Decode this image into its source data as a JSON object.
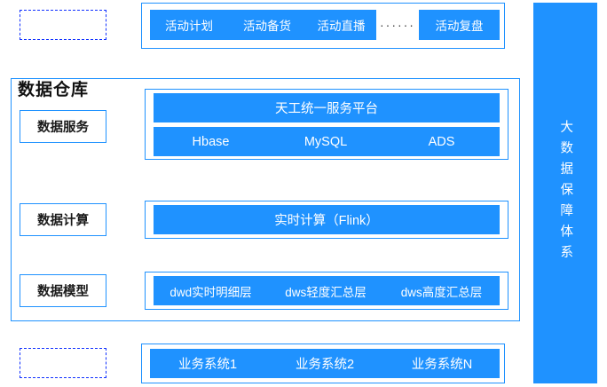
{
  "diagram": {
    "warehouse_title": "数据仓库",
    "top_row": {
      "items": [
        {
          "label": "活动计划"
        },
        {
          "label": "活动备货"
        },
        {
          "label": "活动直播"
        },
        {
          "label": "活动复盘"
        }
      ],
      "ellipsis": "······"
    },
    "layers": [
      {
        "label": "数据服务"
      },
      {
        "label": "数据计算"
      },
      {
        "label": "数据模型"
      }
    ],
    "service_layer": {
      "platform": "天工统一服务平台",
      "stores": [
        {
          "label": "Hbase"
        },
        {
          "label": "MySQL"
        },
        {
          "label": "ADS"
        }
      ]
    },
    "compute_layer": {
      "engine": "实时计算（Flink）"
    },
    "model_layer": {
      "items": [
        {
          "label": "dwd实时明细层"
        },
        {
          "label": "dws轻度汇总层"
        },
        {
          "label": "dws高度汇总层"
        }
      ]
    },
    "bottom_row": {
      "items": [
        {
          "label": "业务系统1"
        },
        {
          "label": "业务系统2"
        },
        {
          "label": "业务系统N"
        }
      ]
    },
    "right_bar": {
      "label": "大数据保障体系"
    },
    "colors": {
      "accent": "#1f92ff",
      "dashed_border": "#1030ff",
      "text_dark": "#1a1a1a"
    }
  }
}
